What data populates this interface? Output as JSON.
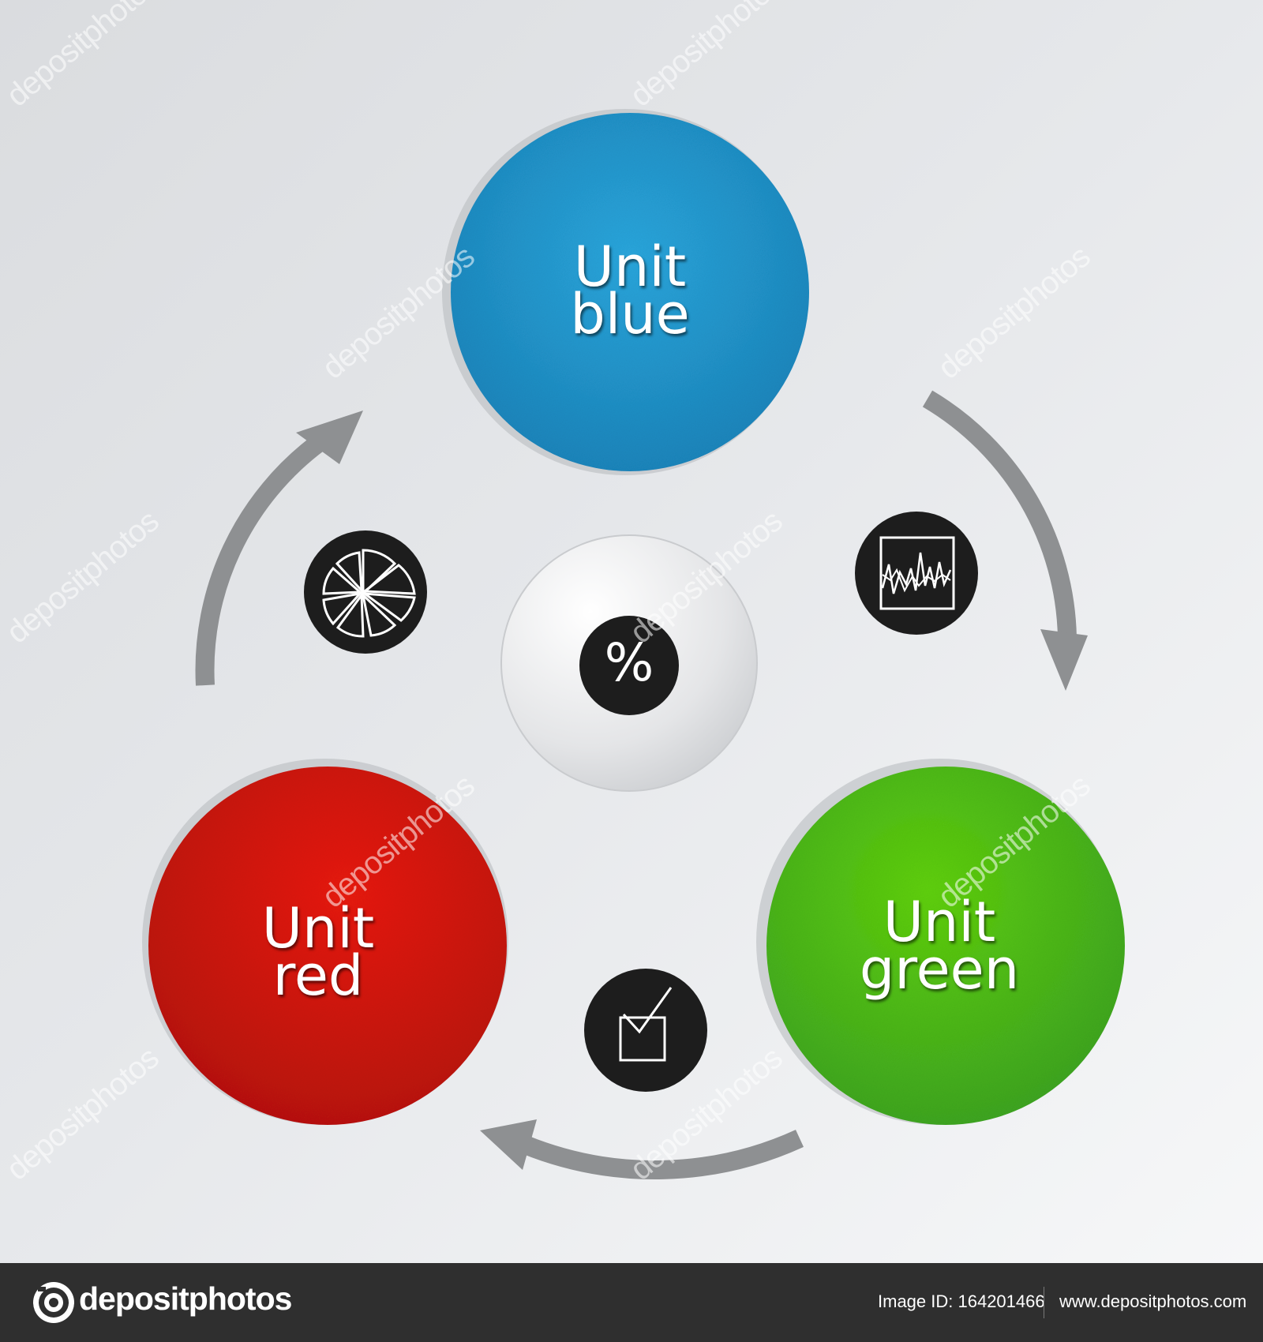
{
  "units": {
    "blue": {
      "line1": "Unit",
      "line2": "blue",
      "color": "#1b8fc4"
    },
    "red": {
      "line1": "Unit",
      "line2": "red",
      "color": "#d8140e"
    },
    "green": {
      "line1": "Unit",
      "line2": "green",
      "color": "#4cc00e"
    }
  },
  "center": {
    "symbol": "%"
  },
  "icons": [
    "pie-chart-icon",
    "line-chart-icon",
    "checkbox-icon",
    "percent-icon"
  ],
  "arrow_color": "#8e9092",
  "watermark": "depositphotos",
  "footer": {
    "brand": "depositphotos",
    "image_id": "Image ID: 164201466",
    "url": "www.depositphotos.com"
  }
}
